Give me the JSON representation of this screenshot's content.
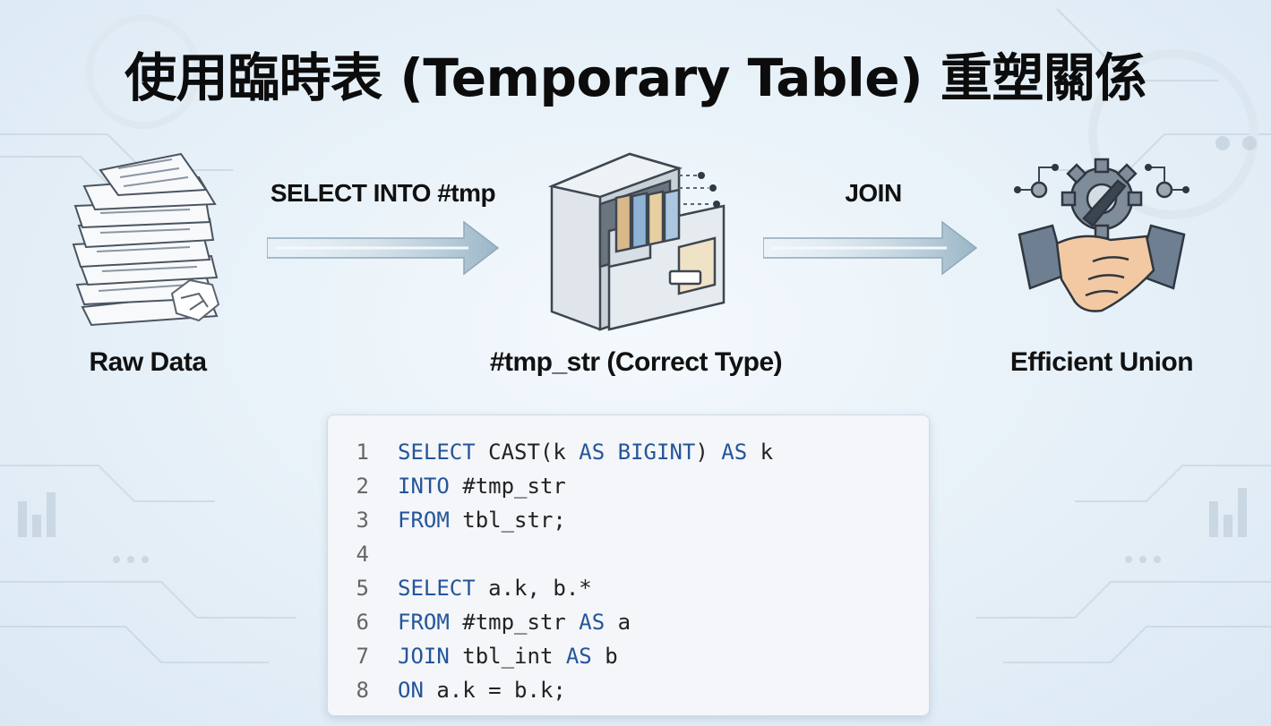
{
  "title": "使用臨時表 (Temporary Table) 重塑關係",
  "stages": {
    "raw": {
      "label": "Raw Data",
      "icon": "paper-stack-icon"
    },
    "tmp": {
      "label": "#tmp_str (Correct Type)",
      "icon": "file-cabinet-icon"
    },
    "union": {
      "label": "Efficient Union",
      "icon": "handshake-gear-icon"
    }
  },
  "arrows": {
    "first": {
      "label": "SELECT INTO #tmp",
      "icon": "arrow-right-icon"
    },
    "second": {
      "label": "JOIN",
      "icon": "arrow-right-icon"
    }
  },
  "code": {
    "lines": [
      {
        "n": "1",
        "kw1": "SELECT",
        "t1": " CAST(k ",
        "kw2": "AS",
        "t2": " ",
        "kw3": "BIGINT",
        "t3": ") ",
        "kw4": "AS",
        "t4": " k"
      },
      {
        "n": "2",
        "kw1": "INTO",
        "t1": " #tmp_str",
        "kw2": "",
        "t2": "",
        "kw3": "",
        "t3": "",
        "kw4": "",
        "t4": ""
      },
      {
        "n": "3",
        "kw1": "FROM",
        "t1": " tbl_str;",
        "kw2": "",
        "t2": "",
        "kw3": "",
        "t3": "",
        "kw4": "",
        "t4": ""
      },
      {
        "n": "4",
        "kw1": "",
        "t1": "",
        "kw2": "",
        "t2": "",
        "kw3": "",
        "t3": "",
        "kw4": "",
        "t4": ""
      },
      {
        "n": "5",
        "kw1": "SELECT",
        "t1": " a.k, b.*",
        "kw2": "",
        "t2": "",
        "kw3": "",
        "t3": "",
        "kw4": "",
        "t4": ""
      },
      {
        "n": "6",
        "kw1": "FROM",
        "t1": " #tmp_str ",
        "kw2": "AS",
        "t2": " a",
        "kw3": "",
        "t3": "",
        "kw4": "",
        "t4": ""
      },
      {
        "n": "7",
        "kw1": "JOIN",
        "t1": " tbl_int ",
        "kw2": "AS",
        "t2": " b",
        "kw3": "",
        "t3": "",
        "kw4": "",
        "t4": ""
      },
      {
        "n": "8",
        "kw1": "ON",
        "t1": " a.k = b.k;",
        "kw2": "",
        "t2": "",
        "kw3": "",
        "t3": "",
        "kw4": "",
        "t4": ""
      }
    ]
  },
  "colors": {
    "keyword": "#24559a",
    "text": "#222222",
    "line_number": "#666666",
    "arrow": "#a9c3d2"
  }
}
